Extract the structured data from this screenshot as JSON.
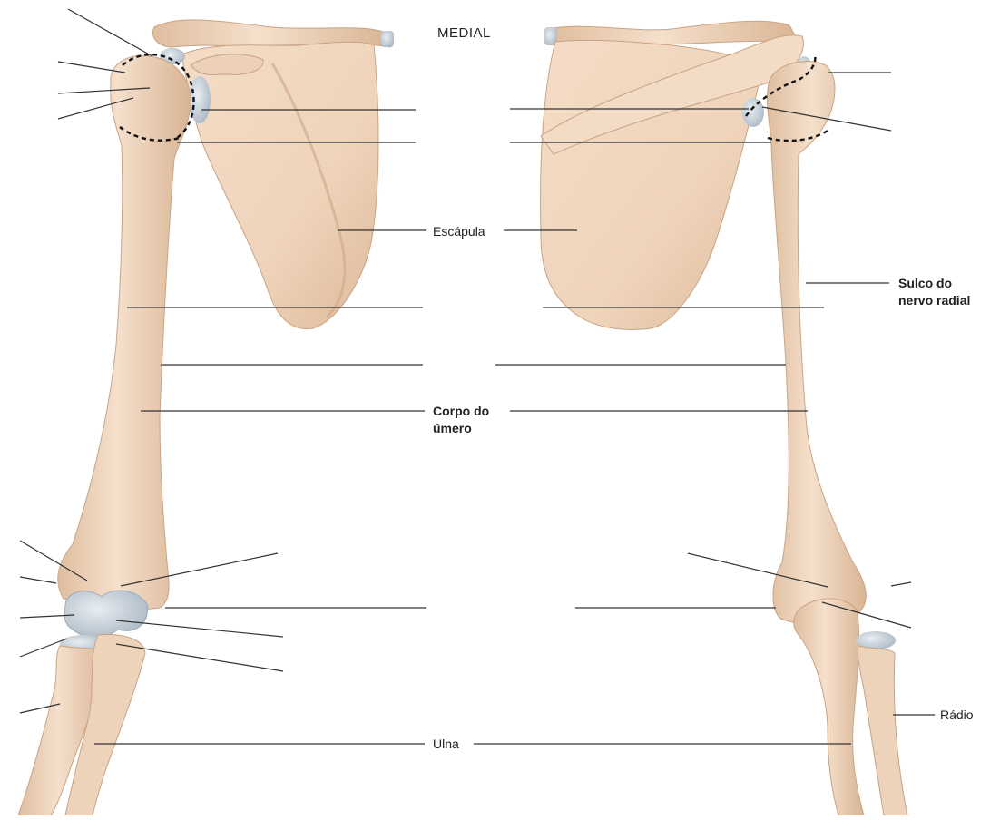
{
  "labels": {
    "medial": "MEDIAL",
    "escapula": "Escápula",
    "corpo_umero_line1": "Corpo do",
    "corpo_umero_line2": "úmero",
    "sulco_line1": "Sulco do",
    "sulco_line2": "nervo radial",
    "radio": "Rádio",
    "ulna": "Ulna"
  },
  "colors": {
    "bone": "#f1d7c0",
    "bone_shade": "#dcb89a",
    "bone_outline": "#c9a384",
    "cartilage": "#c9d3dc",
    "cartilage_shade": "#9eabb8",
    "leader_line": "#333333",
    "dashed_outline": "#111111"
  }
}
